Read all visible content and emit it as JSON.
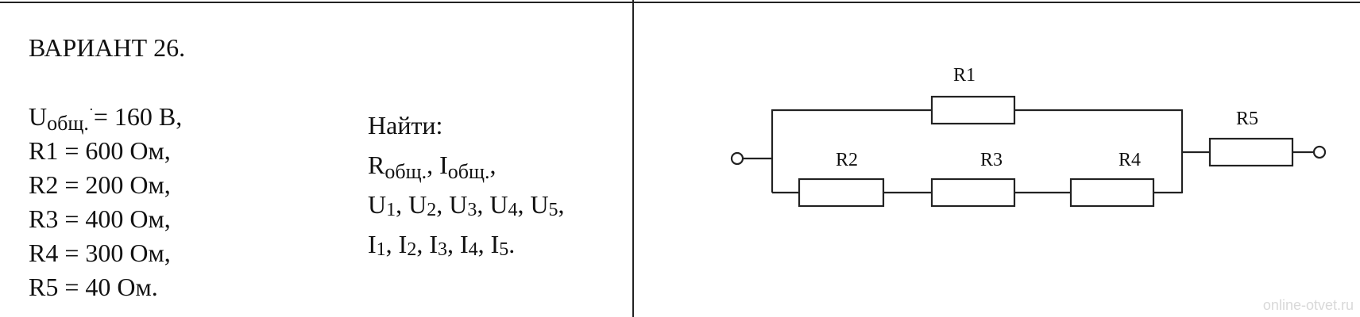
{
  "variant_title": "ВАРИАНТ 26.",
  "given": {
    "u_symbol": "U",
    "u_sub": "общ.",
    "u_sup": "·",
    "u_value": "= 160 В,",
    "r1": "R1 = 600 Ом,",
    "r2": "R2 = 200 Ом,",
    "r3": "R3 = 400 Ом,",
    "r4": "R4 = 300 Ом,",
    "r5": "R5 =  40 Ом."
  },
  "find": {
    "heading": "Найти:",
    "r_symbol": "R",
    "r_sub": "общ.",
    "sep": ", ",
    "i_symbol": "I",
    "i_sub": "общ.",
    "tail": ",",
    "voltages": [
      {
        "sym": "U",
        "sub": "1",
        "after": ", "
      },
      {
        "sym": "U",
        "sub": "2",
        "after": ", "
      },
      {
        "sym": "U",
        "sub": "3",
        "after": ", "
      },
      {
        "sym": "U",
        "sub": "4",
        "after": ", "
      },
      {
        "sym": "U",
        "sub": "5",
        "after": ","
      }
    ],
    "currents": [
      {
        "sym": "I",
        "sub": "1",
        "after": ", "
      },
      {
        "sym": "I",
        "sub": "2",
        "after": ", "
      },
      {
        "sym": "I",
        "sub": "3",
        "after": ", "
      },
      {
        "sym": "I",
        "sub": "4",
        "after": ", "
      },
      {
        "sym": "I",
        "sub": "5",
        "after": "."
      }
    ]
  },
  "circuit": {
    "labels": {
      "r1": "R1",
      "r2": "R2",
      "r3": "R3",
      "r4": "R4",
      "r5": "R5"
    }
  },
  "watermark": "online-otvet.ru"
}
